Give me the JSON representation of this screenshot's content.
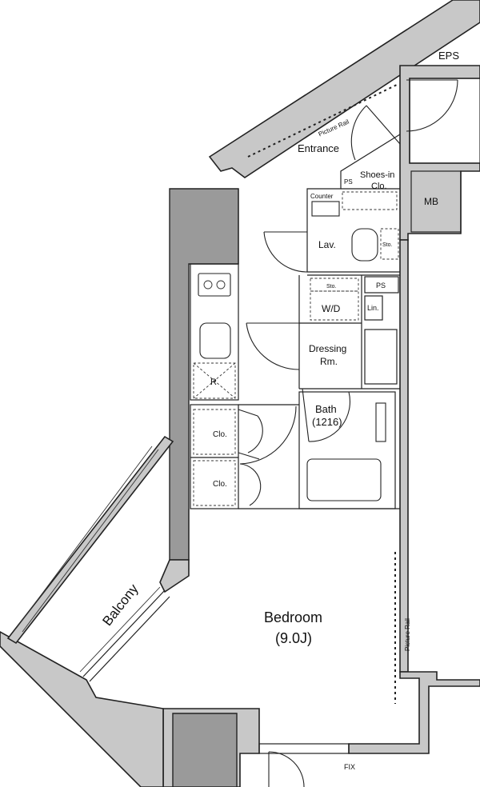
{
  "floorplan": {
    "rooms": {
      "eps": "EPS",
      "entrance": "Entrance",
      "shoes_in": "Shoes-in",
      "shoes_clo": "Clo.",
      "ps_entrance": "PS",
      "counter": "Counter",
      "mb": "MB",
      "lav": "Lav.",
      "sto_lav": "Sto.",
      "sto_wd": "Sto.",
      "ps_wd": "PS",
      "wd": "W/D",
      "lin": "Lin.",
      "dressing_1": "Dressing",
      "dressing_2": "Rm.",
      "bath_1": "Bath",
      "bath_2": "(1216)",
      "clo_1": "Clo.",
      "clo_2": "Clo.",
      "refrigerator": "R",
      "balcony": "Balcony",
      "bedroom_1": "Bedroom",
      "bedroom_2": "(9.0J)",
      "fix": "FIX"
    },
    "annotations": {
      "picture_rail_top": "Picture Rail",
      "picture_rail_right": "Picture Rail"
    }
  }
}
